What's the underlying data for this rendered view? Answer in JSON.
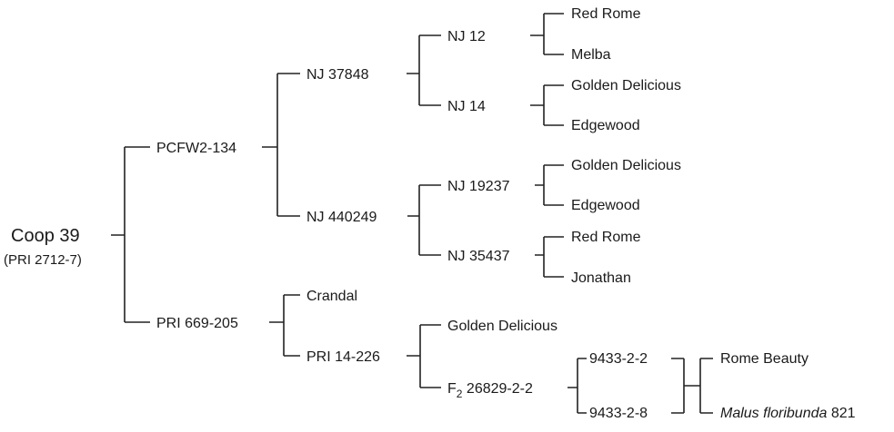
{
  "diagram": {
    "type": "pedigree",
    "root": {
      "name": "Coop 39",
      "alias": "(PRI 2712-7)"
    },
    "nodes": {
      "pcfw2_134": "PCFW2-134",
      "pri_669_205": "PRI 669-205",
      "nj_37848": "NJ 37848",
      "nj_440249": "NJ 440249",
      "crandal": "Crandal",
      "pri_14_226": "PRI 14-226",
      "nj_12": "NJ 12",
      "nj_14": "NJ 14",
      "nj_19237": "NJ 19237",
      "nj_35437": "NJ 35437",
      "golden_delicious_c": "Golden Delicious",
      "f2_prefix": "F",
      "f2_sub": "2",
      "f2_rest": " 26829-2-2",
      "red_rome_1": "Red Rome",
      "melba": "Melba",
      "golden_delicious_1": "Golden Delicious",
      "edgewood_1": "Edgewood",
      "golden_delicious_2": "Golden Delicious",
      "edgewood_2": "Edgewood",
      "red_rome_2": "Red Rome",
      "jonathan": "Jonathan",
      "sel_9433_2_2": "9433-2-2",
      "sel_9433_2_8": "9433-2-8",
      "rome_beauty": "Rome Beauty",
      "malus_italic": "Malus floribunda",
      "malus_num": " 821"
    }
  }
}
